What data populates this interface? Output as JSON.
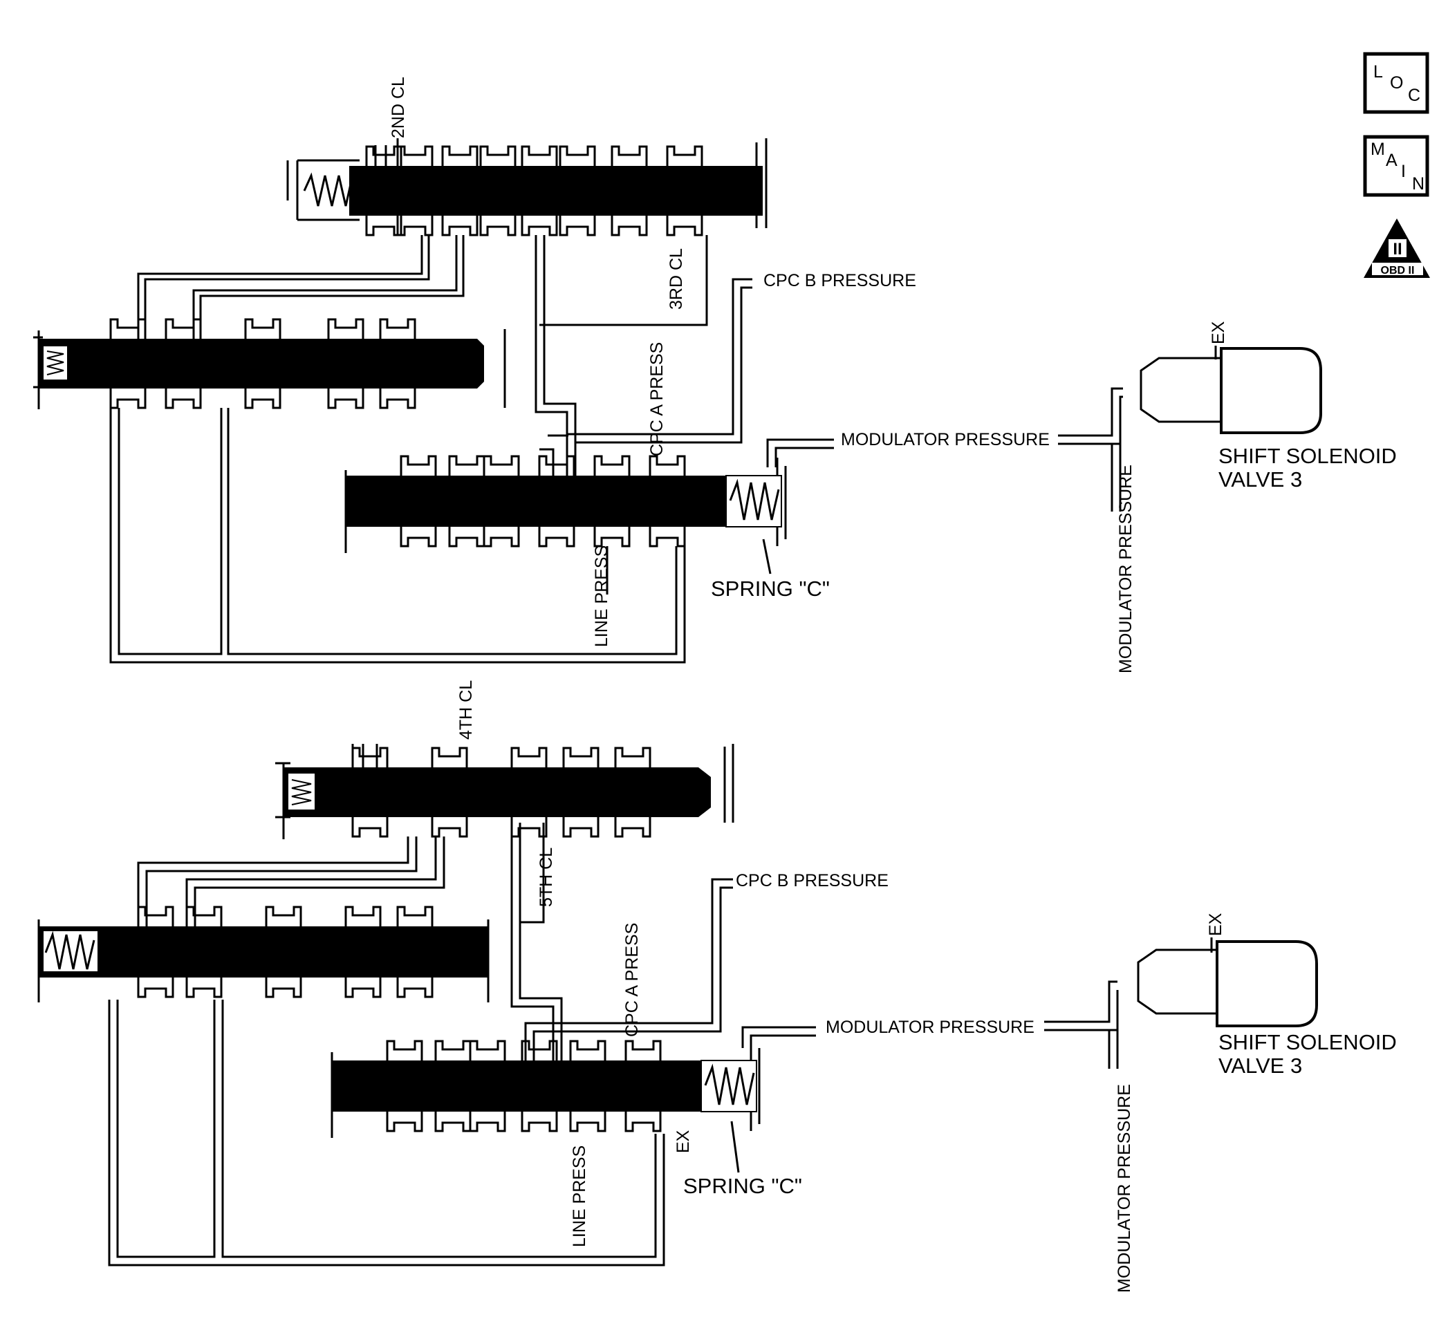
{
  "nav": {
    "loc": [
      "L",
      "O",
      "C"
    ],
    "main": [
      "M",
      "A",
      "I",
      "N"
    ],
    "obd": {
      "numeral": "II",
      "text": "OBD II"
    }
  },
  "upper": {
    "clutch_a": "2ND CL",
    "clutch_b": "3RD CL",
    "cpc_b": "CPC B PRESSURE",
    "cpc_a": "CPC A PRESS",
    "modulator_h": "MODULATOR PRESSURE",
    "modulator_v": "MODULATOR PRESSURE",
    "line": "LINE PRESS",
    "spring": "SPRING \"C\"",
    "ex": "EX",
    "solenoid": [
      "SHIFT SOLENOID",
      "VALVE 3"
    ]
  },
  "lower": {
    "clutch_a": "4TH CL",
    "clutch_b": "5TH CL",
    "cpc_b": "CPC B PRESSURE",
    "cpc_a": "CPC A PRESS",
    "modulator_h": "MODULATOR PRESSURE",
    "modulator_v": "MODULATOR PRESSURE",
    "line": "LINE PRESS",
    "spring": "SPRING \"C\"",
    "ex_solenoid": "EX",
    "ex_valve": "EX",
    "solenoid": [
      "SHIFT SOLENOID",
      "VALVE 3"
    ]
  },
  "colors": {
    "ink": "#000000",
    "paper": "#ffffff"
  }
}
